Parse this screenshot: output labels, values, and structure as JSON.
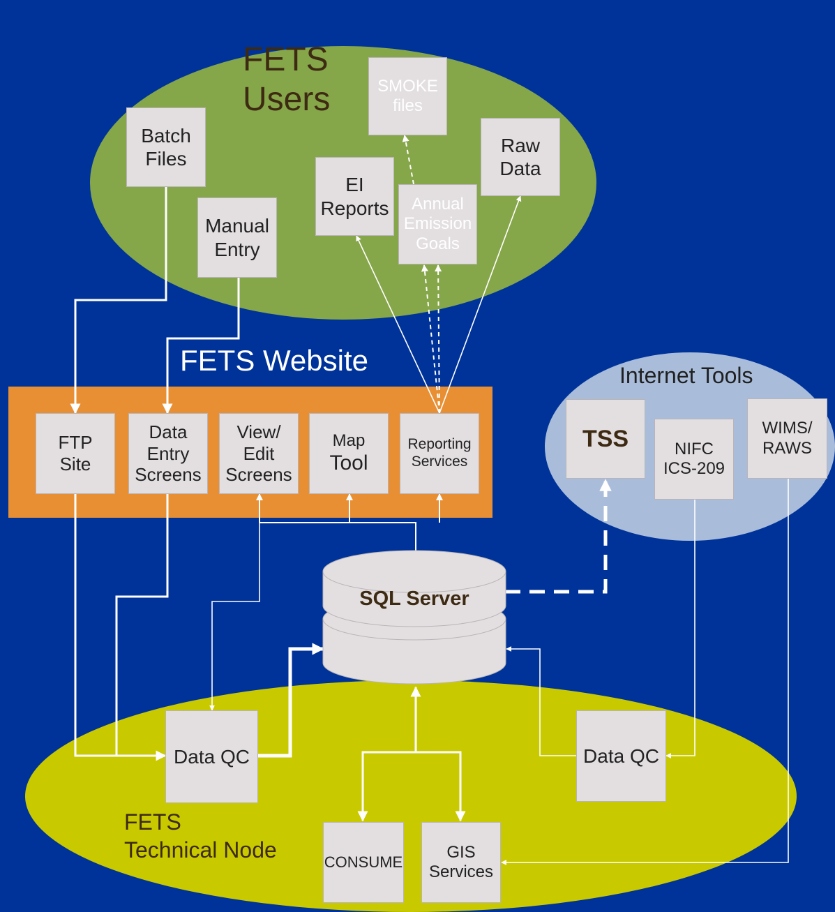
{
  "colors": {
    "background": "#003399",
    "users_region": "#86a64a",
    "website_bar": "#e88f33",
    "internet_region": "#a9bddb",
    "technical_region": "#c9c900",
    "box_fill": "#e3dfe1"
  },
  "users": {
    "title": "FETS\nUsers",
    "batch_files": "Batch\nFiles",
    "manual_entry": "Manual\nEntry",
    "smoke_files": "SMOKE\nfiles",
    "ei_reports": "EI\nReports",
    "annual_goals": "Annual\nEmission\nGoals",
    "raw_data": "Raw\nData"
  },
  "website": {
    "title": "FETS Website",
    "ftp_site": "FTP\nSite",
    "data_entry": "Data\nEntry\nScreens",
    "view_edit": "View/\nEdit\nScreens",
    "map_tool_1": "Map",
    "map_tool_2": "Tool",
    "reporting": "Reporting\nServices"
  },
  "internet": {
    "title": "Internet Tools",
    "tss": "TSS",
    "nifc": "NIFC\nICS-209",
    "wims": "WIMS/\nRAWS"
  },
  "database": {
    "label": "SQL Server"
  },
  "technical": {
    "title": "FETS\nTechnical Node",
    "data_qc_left": "Data QC",
    "data_qc_right": "Data QC",
    "consume": "CONSUME",
    "gis": "GIS\nServices"
  }
}
